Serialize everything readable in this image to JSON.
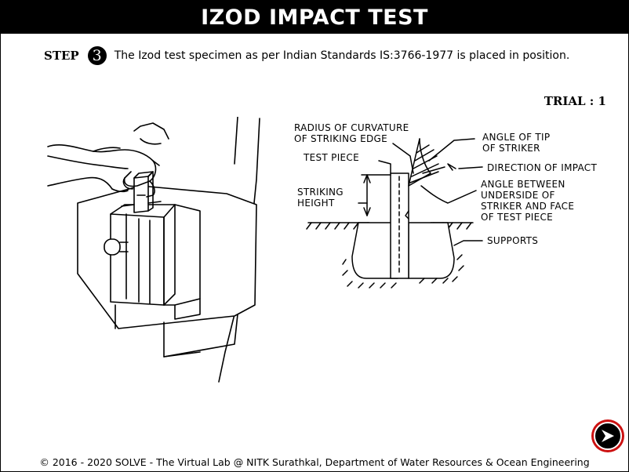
{
  "header": {
    "title": "IZOD IMPACT TEST"
  },
  "step": {
    "label": "STEP",
    "number": "3",
    "text": "The Izod test specimen as per Indian Standards IS:3766-1977 is placed in position."
  },
  "trial": {
    "label": "TRIAL : 1"
  },
  "diagram": {
    "labels": {
      "radius_line1": "RADIUS OF CURVATURE",
      "radius_line2": "OF STRIKING EDGE",
      "test_piece": "TEST PIECE",
      "angle_tip_line1": "ANGLE OF TIP",
      "angle_tip_line2": "OF STRIKER",
      "direction": "DIRECTION OF IMPACT",
      "striking_line1": "STRIKING",
      "striking_line2": "HEIGHT",
      "angle_between_line1": "ANGLE BETWEEN",
      "angle_between_line2": "UNDERSIDE OF",
      "angle_between_line3": "STRIKER AND FACE",
      "angle_between_line4": "OF TEST PIECE",
      "supports": "SUPPORTS"
    }
  },
  "footer": {
    "copyright": "© 2016 - 2020 SOLVE - The Virtual Lab @ NITK Surathkal, Department of Water Resources & Ocean Engineering"
  },
  "nav": {
    "next_icon": "next-arrow-icon"
  }
}
